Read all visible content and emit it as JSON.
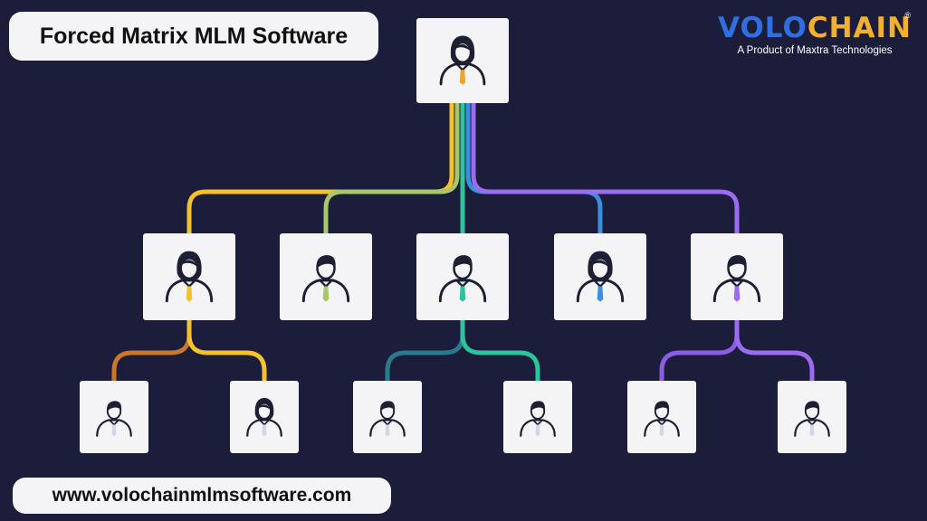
{
  "title": "Forced Matrix MLM Software",
  "url": "www.volochainmlmsoftware.com",
  "brand": {
    "name_part1": "VOLO",
    "name_part2": "CHAIN",
    "registered": "®",
    "tagline": "A Product of Maxtra Technologies",
    "color_part1": "#2f6fe0",
    "color_part2": "#f2b02e"
  },
  "colors": {
    "background": "#1b1d3a",
    "node_fill": "#f4f4f6",
    "icon": "#1d1f33"
  },
  "tree": {
    "root": {
      "icon": "female-user-icon",
      "tie": "#f2a42a"
    },
    "level1": [
      {
        "icon": "female-user-icon",
        "tie": "#f5c22b",
        "line": "#f5c22b"
      },
      {
        "icon": "male-user-icon",
        "tie": "#a8c66a",
        "line": "#a8c66a"
      },
      {
        "icon": "male-user-icon",
        "tie": "#2cc49a",
        "line": "#2cc49a"
      },
      {
        "icon": "female-user-icon",
        "tie": "#3a8fe0",
        "line": "#3a8fe0"
      },
      {
        "icon": "male-user-icon",
        "tie": "#9b6cf0",
        "line": "#9b6cf0"
      }
    ],
    "level2": [
      {
        "parent": 0,
        "icon": "male-user-icon",
        "tie": "#cfd8e8",
        "line": "#c9782a"
      },
      {
        "parent": 0,
        "icon": "female-user-icon",
        "tie": "#cfd8e8",
        "line": "#f5c22b"
      },
      {
        "parent": 2,
        "icon": "male-user-icon",
        "tie": "#cfd8e8",
        "line": "#2a7a8c"
      },
      {
        "parent": 2,
        "icon": "male-user-icon",
        "tie": "#cfd8e8",
        "line": "#2cc49a"
      },
      {
        "parent": 4,
        "icon": "male-user-icon",
        "tie": "#cfd8e8",
        "line": "#8b5ce6"
      },
      {
        "parent": 4,
        "icon": "male-user-icon",
        "tie": "#cfd8e8",
        "line": "#9b6cf0"
      }
    ]
  }
}
